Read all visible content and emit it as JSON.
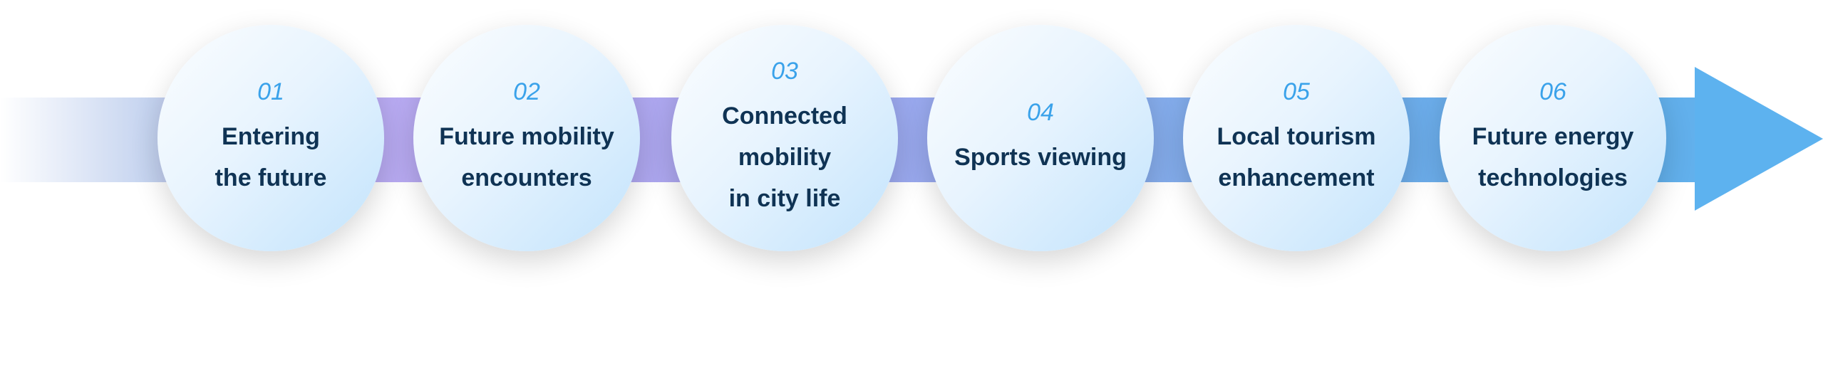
{
  "colors": {
    "number": "#3aa2ea",
    "title": "#0f3354",
    "arrow": "#5db2ef",
    "band_purple": "#b3a6ef"
  },
  "steps": [
    {
      "number": "01",
      "lines": [
        "Entering",
        "the future"
      ]
    },
    {
      "number": "02",
      "lines": [
        "Future mobility",
        "encounters"
      ]
    },
    {
      "number": "03",
      "lines": [
        "Connected",
        "mobility",
        "in city life"
      ]
    },
    {
      "number": "04",
      "lines": [
        "Sports viewing"
      ]
    },
    {
      "number": "05",
      "lines": [
        "Local tourism",
        "enhancement"
      ]
    },
    {
      "number": "06",
      "lines": [
        "Future energy",
        "technologies"
      ]
    }
  ]
}
